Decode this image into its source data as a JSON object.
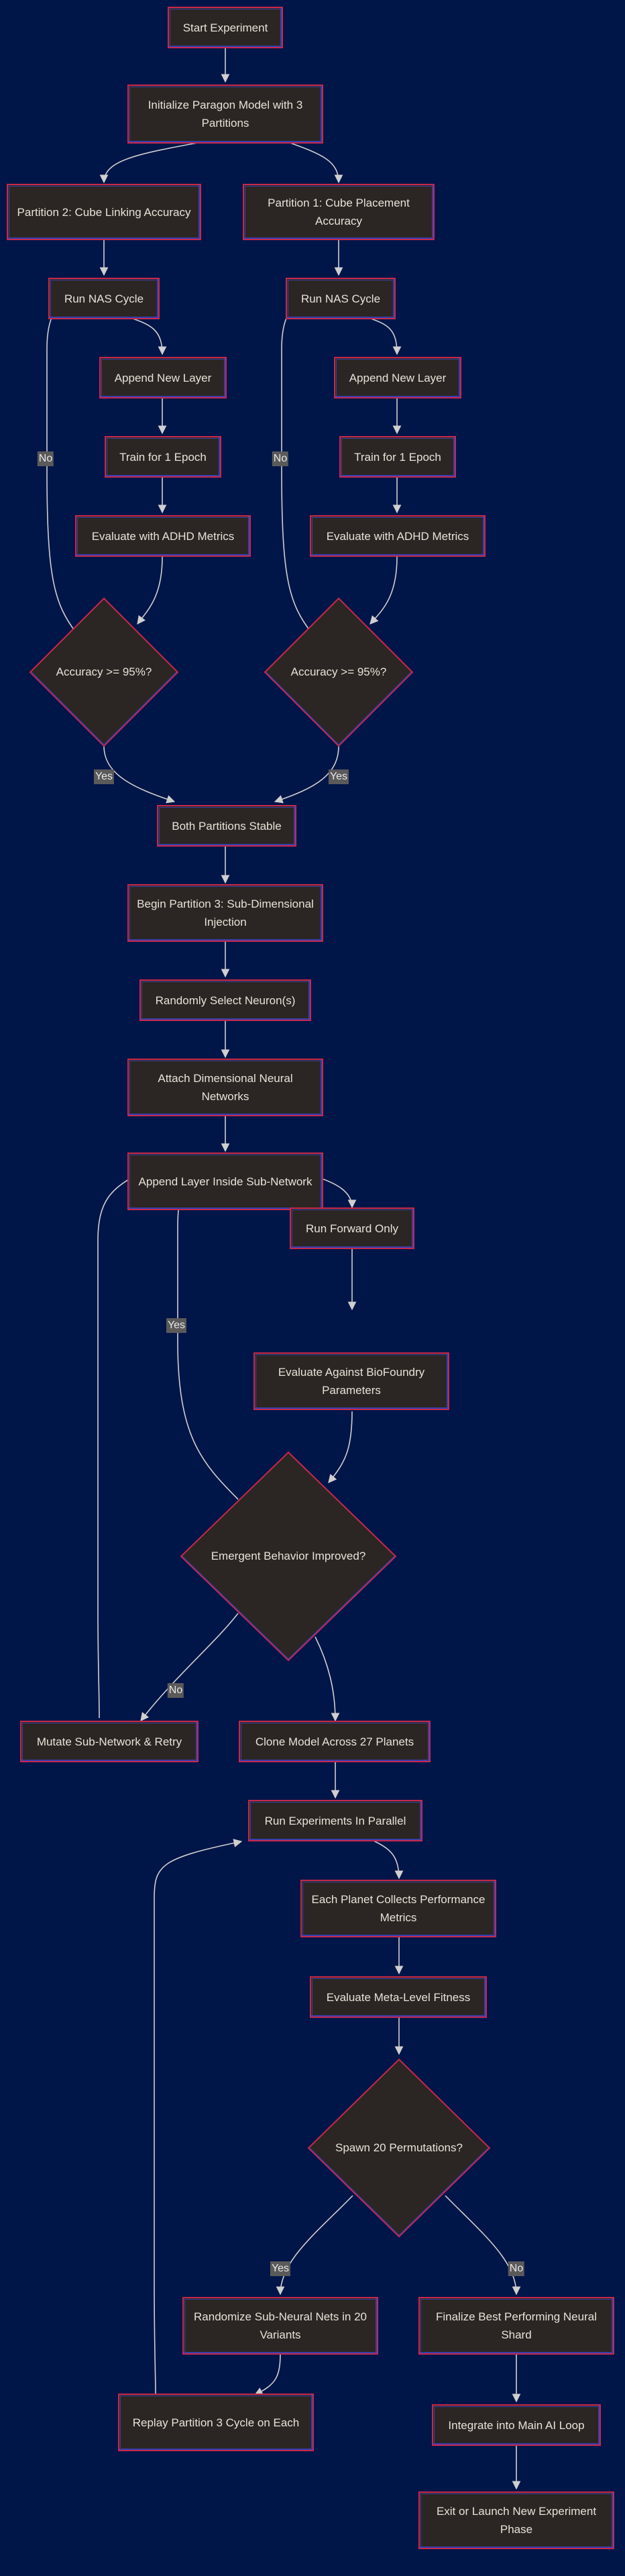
{
  "colors": {
    "background": "#001548",
    "node_fill": "#2b2623",
    "node_border_red": "#c8284a",
    "node_border_blue": "#2e3fb8",
    "edge": "#cfcfcf",
    "label_bg": "#5a5a5a"
  },
  "nodes": {
    "start": "Start Experiment",
    "init": "Initialize Paragon Model with 3 Partitions",
    "p2": "Partition 2: Cube Linking Accuracy",
    "p1": "Partition 1: Cube Placement Accuracy",
    "nas_l": "Run NAS Cycle",
    "nas_r": "Run NAS Cycle",
    "append_l": "Append New Layer",
    "append_r": "Append New Layer",
    "train_l": "Train for 1 Epoch",
    "train_r": "Train for 1 Epoch",
    "eval_l": "Evaluate with ADHD Metrics",
    "eval_r": "Evaluate with ADHD Metrics",
    "acc_l": "Accuracy >= 95%?",
    "acc_r": "Accuracy >= 95%?",
    "stable": "Both Partitions Stable",
    "p3": "Begin Partition 3: Sub-Dimensional Injection",
    "select": "Randomly Select Neuron(s)",
    "attach": "Attach Dimensional Neural Networks",
    "append_sub": "Append Layer Inside Sub-Network",
    "forward": "Run Forward Only",
    "biofoundry": "Evaluate Against BioFoundry Parameters",
    "emergent": "Emergent Behavior Improved?",
    "mutate": "Mutate Sub-Network & Retry",
    "clone": "Clone Model Across 27 Planets",
    "parallel": "Run Experiments In Parallel",
    "collect": "Each Planet Collects Performance Metrics",
    "meta": "Evaluate Meta-Level Fitness",
    "spawn": "Spawn 20 Permutations?",
    "randomize": "Randomize Sub-Neural Nets in 20 Variants",
    "finalize": "Finalize Best Performing Neural Shard",
    "replay": "Replay Partition 3 Cycle on Each",
    "integrate": "Integrate into Main AI Loop",
    "exit": "Exit or Launch New Experiment Phase"
  },
  "edge_labels": {
    "no_l": "No",
    "no_r": "No",
    "yes_l": "Yes",
    "yes_r": "Yes",
    "yes_emergent": "Yes",
    "no_emergent": "No",
    "yes_spawn": "Yes",
    "no_spawn": "No"
  }
}
